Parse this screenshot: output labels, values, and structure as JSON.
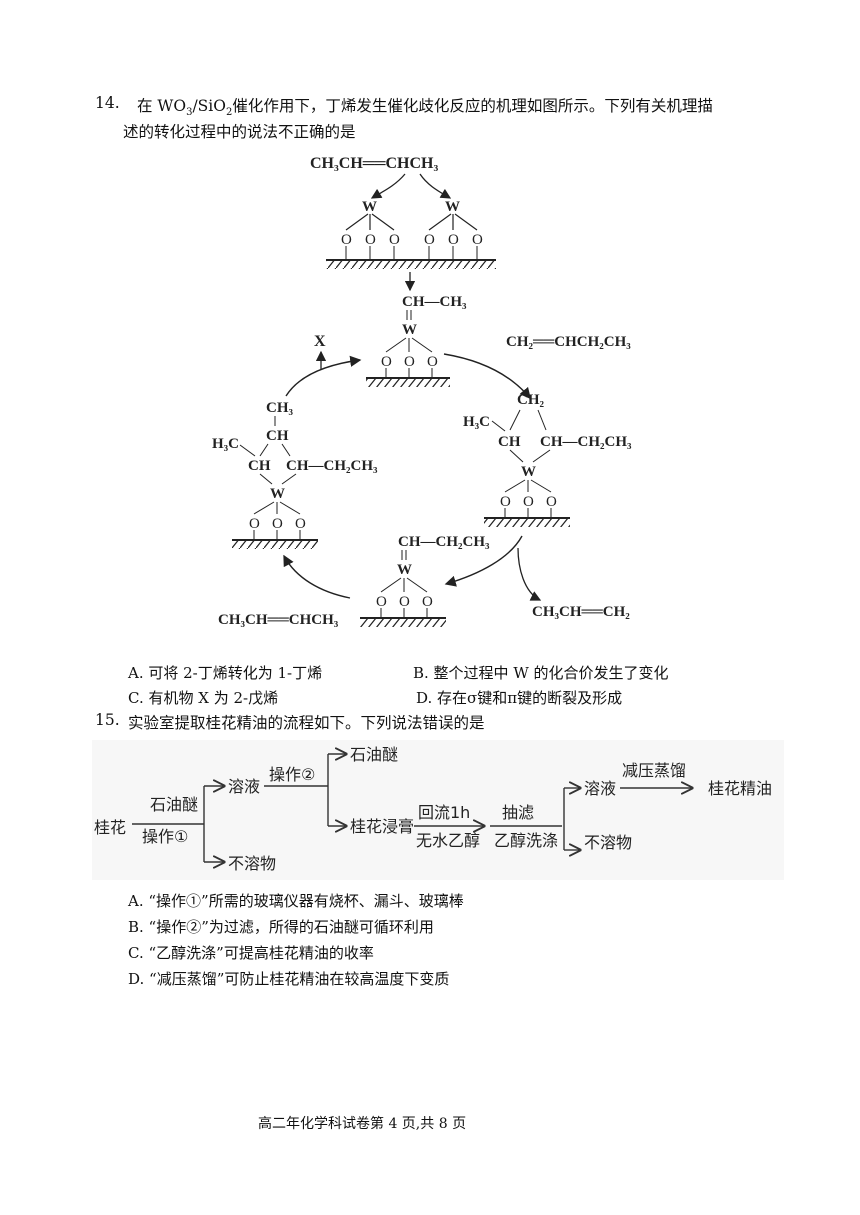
{
  "q14": {
    "number": "14.",
    "stem_prefix": "在 WO",
    "sub1": "3",
    "stem_mid1": "/SiO",
    "sub2": "2",
    "stem_line1_rest": "催化作用下，丁烯发生催化歧化反应的机理如图所示。下列有关机理描",
    "stem_line2": "述的转化过程中的说法不正确的是",
    "figure": {
      "top_reactant": "CH₃CH══CHCH₃",
      "metal": "W",
      "oxygen": "O",
      "center_top_group": "CH—CH₃",
      "x_label": "X",
      "right_reactant": "CH₂══CHCH₂CH₃",
      "right_ring_h3c": "H₃C",
      "right_ring_ch2": "CH₂",
      "right_ring_ch_left": "CH",
      "right_ring_ch_right": "CH—CH₂CH₃",
      "bottom_group": "CH—CH₂CH₃",
      "bottom_right_product": "CH₃CH══CH₂",
      "bottom_left_reactant": "CH₃CH══CHCH₃",
      "left_ring_ch3": "CH₃",
      "left_ring_ch_top": "CH",
      "left_ring_h3c": "H₃C",
      "left_ring_ch_left": "CH",
      "left_ring_ch_right": "CH—CH₂CH₃"
    },
    "options": [
      "A.  可将 2-丁烯转化为 1-丁烯",
      "B.  整个过程中 W 的化合价发生了变化",
      "C.  有机物 X 为 2-戊烯",
      "D.  存在σ键和π键的断裂及形成"
    ]
  },
  "q15": {
    "number": "15.",
    "stem": "实验室提取桂花精油的流程如下。下列说法错误的是",
    "flow": {
      "start": "桂花",
      "step1_top": "石油醚",
      "step1_bottom": "操作①",
      "solution1": "溶液",
      "op2": "操作②",
      "petroleum_ether": "石油醚",
      "insoluble1": "不溶物",
      "extract": "桂花浸膏",
      "reflux_top": "回流1h",
      "reflux_bottom": "无水乙醇",
      "filter_top": "抽滤",
      "filter_bottom": "乙醇洗涤",
      "solution2": "溶液",
      "distill": "减压蒸馏",
      "product": "桂花精油",
      "insoluble2": "不溶物"
    },
    "options": [
      "A.   “操作①”所需的玻璃仪器有烧杯、漏斗、玻璃棒",
      "B.   “操作②”为过滤，所得的石油醚可循环利用",
      "C.   “乙醇洗涤”可提高桂花精油的收率",
      "D.   “减压蒸馏”可防止桂花精油在较高温度下变质"
    ]
  },
  "footer": "高二年化学科试卷第 4 页,共 8 页"
}
